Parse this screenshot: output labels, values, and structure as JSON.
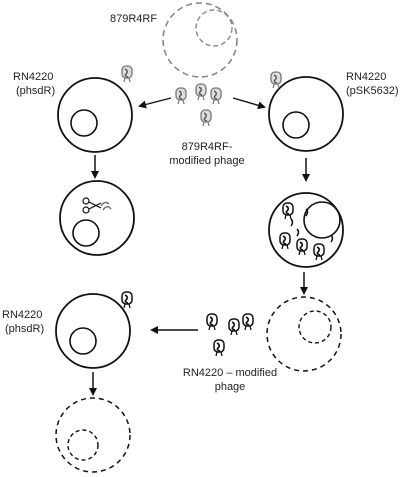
{
  "labels": {
    "top_strain": "879R4RF",
    "rn_left_1": "RN4220",
    "rn_left_1_plasmid": "(phsdR)",
    "rn_right": "RN4220",
    "rn_right_plasmid": "(pSK5632)",
    "phage_879_line1": "879R4RF-",
    "phage_879_line2": "modified phage",
    "rn_left_2": "RN4220",
    "rn_left_2_plasmid": "(phsdR)",
    "phage_rn_line1": "RN4220 – modified",
    "phage_rn_line2": "phage"
  },
  "colors": {
    "ink": "#111111",
    "grey_ink": "#888888",
    "phage_grey_fill": "#bbbbbb",
    "text": "#222222"
  },
  "icons": [
    "phage-icon",
    "restriction-scissors-icon",
    "arrow-icon"
  ]
}
